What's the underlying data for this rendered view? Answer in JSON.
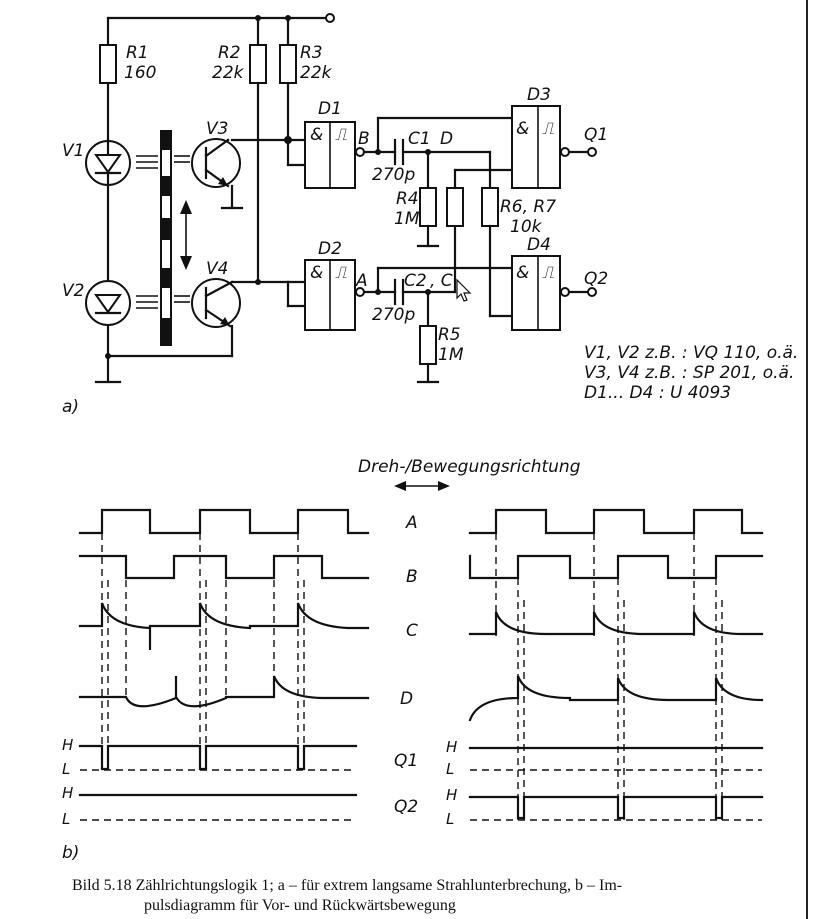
{
  "circuit": {
    "components": {
      "r1": {
        "name": "R1",
        "value": "160"
      },
      "r2": {
        "name": "R2",
        "value": "22k"
      },
      "r3": {
        "name": "R3",
        "value": "22k"
      },
      "r4": {
        "name": "R4",
        "value": "1M"
      },
      "r5": {
        "name": "R5",
        "value": "1M"
      },
      "r67": {
        "name": "R6, R7",
        "value": "10k"
      },
      "c1": {
        "name": "C1",
        "value": "270p"
      },
      "c2": {
        "name": "C2",
        "value": "270p"
      },
      "v1": "V1",
      "v2": "V2",
      "v3": "V3",
      "v4": "V4",
      "d1": "D1",
      "d2": "D2",
      "d3": "D3",
      "d4": "D4"
    },
    "nodes": {
      "a": "A",
      "b": "B",
      "c": "C",
      "d": "D",
      "c2_node": ", C"
    },
    "outputs": {
      "q1": "Q1",
      "q2": "Q2"
    },
    "gate_and": "&",
    "gate_schmitt": "⎍",
    "notes": [
      "V1, V2 z.B. : VQ 110, o.ä.",
      "V3, V4 z.B. : SP 201, o.ä.",
      "D1... D4 : U 4093"
    ],
    "part_label": "a)"
  },
  "timing": {
    "direction_label": "Dreh-/Bewegungsrichtung",
    "signals": [
      "A",
      "B",
      "C",
      "D",
      "Q1",
      "Q2"
    ],
    "level_high": "H",
    "level_low": "L",
    "part_label": "b)"
  },
  "caption": {
    "line1": "Bild 5.18  Zählrichtungslogik 1; a – für extrem langsame Strahlunterbrechung, b – Im-",
    "line2": "pulsdiagramm für Vor- und Rückwärtsbewegung"
  }
}
